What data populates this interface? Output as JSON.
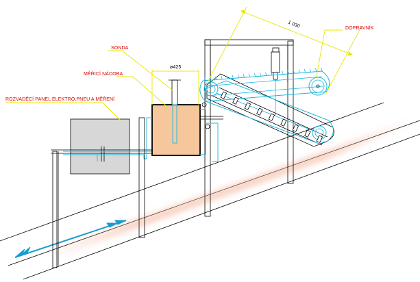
{
  "labels": {
    "sonda": "SONDA",
    "merici_nadoba": "MĚŘICÍ NÁDOBA",
    "rozvadeci_panel": "ROZVADĚCÍ PANEL ELEKTRO,PNEU A MĚŘENÍ",
    "dopravnik": "DOPRAVNÍK",
    "dim_length": "1 030",
    "dim_diameter": "ø425"
  },
  "colors": {
    "outline": "#000000",
    "cyan": "#17b8e0",
    "yellow": "#e8e800",
    "red_text": "#e00000",
    "vessel_fill": "#f6c79d",
    "panel_fill": "#d7d7d7",
    "flow_band": "#f3b49b",
    "arrow": "#1a9bd0"
  },
  "icons": {
    "flow_arrow": "flow-direction-arrow-icon"
  }
}
